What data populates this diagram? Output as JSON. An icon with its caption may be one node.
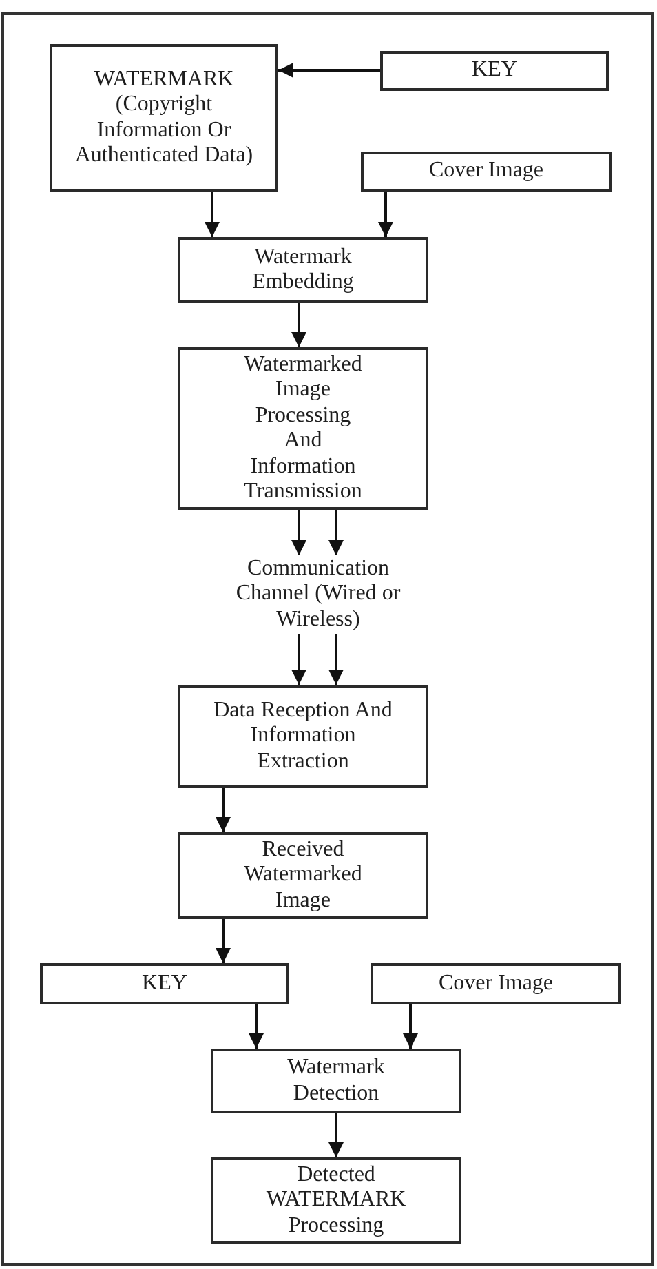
{
  "diagram": {
    "nodes": [
      {
        "text": [
          "WATERMARK (Copyright Information Or Authenticated Data)"
        ]
      },
      {
        "text": [
          "KEY"
        ]
      },
      {
        "text": [
          "Cover Image"
        ]
      },
      {
        "text": [
          "Watermark Embedding"
        ]
      },
      {
        "text": [
          "Watermarked Image Processing And Information Transmission"
        ]
      },
      {
        "text": [
          "Communication Channel (Wired or Wireless)"
        ]
      },
      {
        "text": [
          "Data Reception And Information Extraction"
        ]
      },
      {
        "text": [
          "Received Watermarked Image"
        ]
      },
      {
        "text": [
          "KEY"
        ]
      },
      {
        "text": [
          "Cover Image"
        ]
      },
      {
        "text": [
          "Watermark Detection"
        ]
      },
      {
        "text": [
          "Detected WATERMARK Processing"
        ]
      }
    ],
    "edges": [
      {
        "from": 1,
        "to": 0,
        "arrow": "to"
      },
      {
        "from": 0,
        "to": 3,
        "arrow": "to"
      },
      {
        "from": 2,
        "to": 3,
        "arrow": "to"
      },
      {
        "from": 3,
        "to": 4,
        "arrow": "to"
      },
      {
        "from": 4,
        "to": 5,
        "arrow": "to"
      },
      {
        "from": 4,
        "to": 5,
        "arrow": "to"
      },
      {
        "from": 5,
        "to": 6,
        "arrow": "to"
      },
      {
        "from": 5,
        "to": 6,
        "arrow": "to"
      },
      {
        "from": 6,
        "to": 7,
        "arrow": "to"
      },
      {
        "from": 7,
        "to": 8,
        "arrow": "to"
      },
      {
        "from": 8,
        "to": 10,
        "arrow": "to"
      },
      {
        "from": 9,
        "to": 10,
        "arrow": "to"
      },
      {
        "from": 10,
        "to": 11,
        "arrow": "to"
      }
    ]
  }
}
